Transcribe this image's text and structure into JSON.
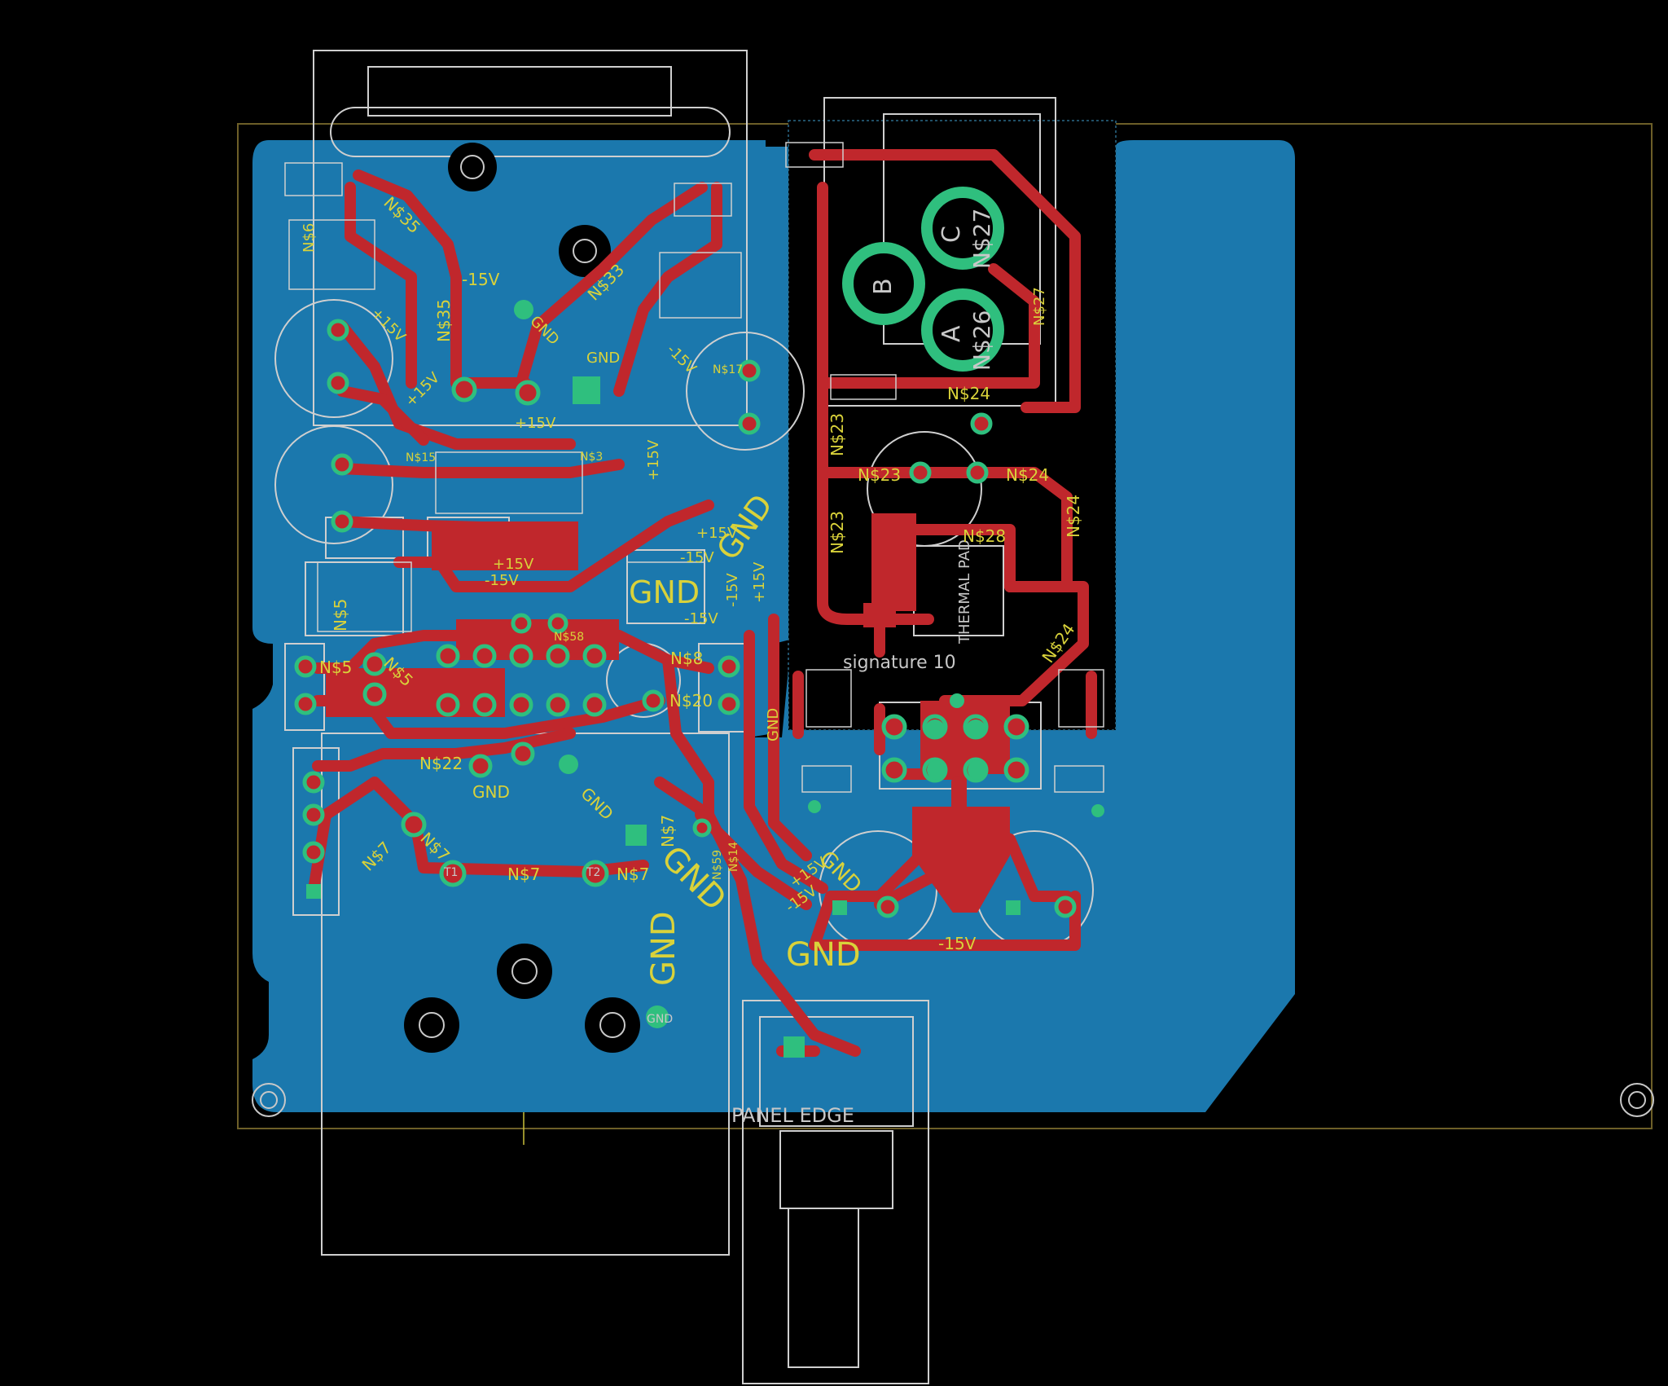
{
  "colors": {
    "background": "#000000",
    "bottom_copper": "#1a7fb5",
    "top_copper": "#c2282c",
    "pad": "#2fbf7e",
    "via": "#2fbf7e",
    "silk": "#d8d8d8",
    "label": "#d9d23a",
    "outline": "#7a6a2a",
    "hole": "#000000"
  },
  "labels": {
    "panel_edge": "PANEL EDGE",
    "signature": "signature 10",
    "thermal_pad": "THERMAL PAD",
    "gnd": "GND",
    "p15v": "+15V",
    "m15v": "-15V",
    "net_b": "B",
    "net_a": "A",
    "net_c": "C",
    "ns27": "N$27",
    "ns26": "N$26",
    "ns24": "N$24",
    "ns23": "N$23",
    "ns28": "N$28",
    "ns35": "N$35",
    "ns33": "N$33",
    "ns17": "N$17",
    "ns6": "N$6",
    "ns5": "N$5",
    "ns7": "N$7",
    "ns8": "N$8",
    "ns20": "N$20",
    "ns22": "N$22",
    "ns14": "N$14",
    "ns15": "N$15",
    "ns3": "N$3",
    "ns58": "N$58",
    "ns59": "N$59",
    "t1": "T1",
    "t2": "T2"
  }
}
